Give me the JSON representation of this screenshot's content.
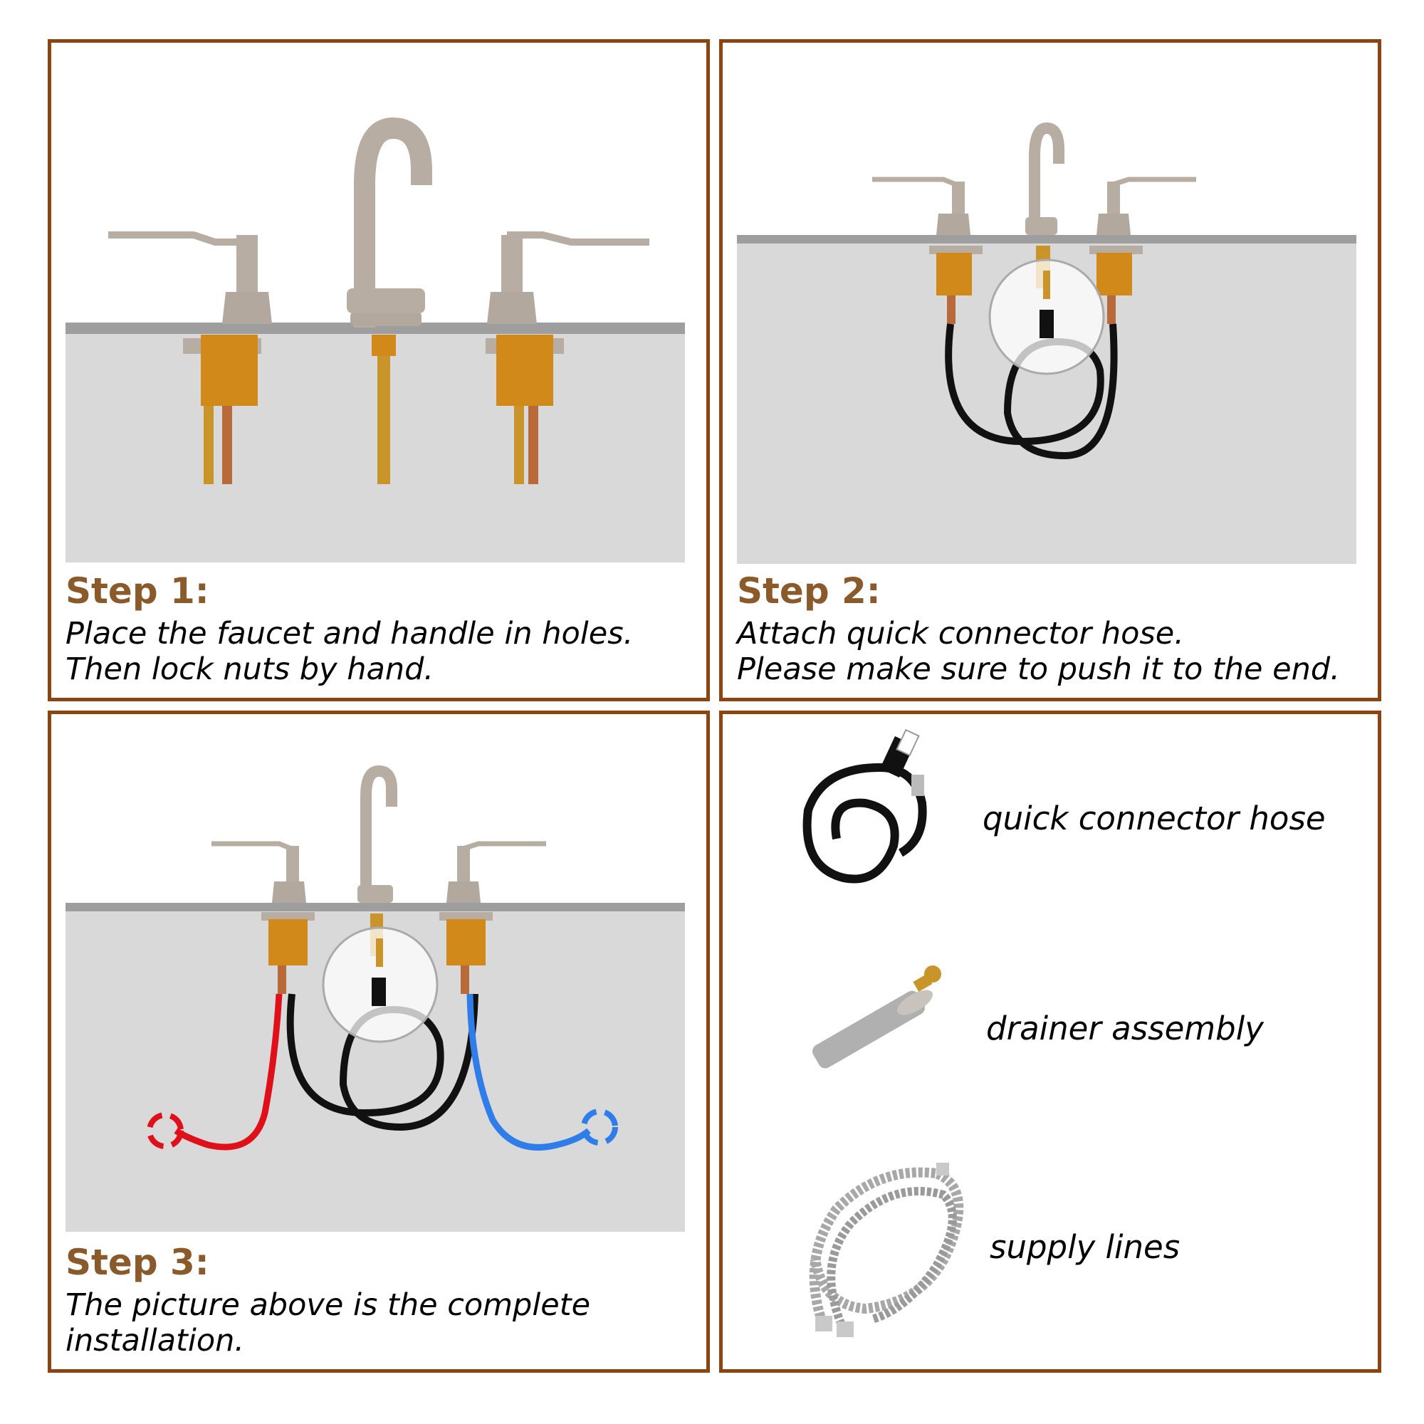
{
  "steps": [
    {
      "title": "Step 1:",
      "lines": [
        "Place the faucet and handle in holes.",
        "Then lock nuts by hand."
      ]
    },
    {
      "title": "Step 2:",
      "lines": [
        "Attach quick connector hose.",
        "Please make sure to push it to the end."
      ]
    },
    {
      "title": "Step 3:",
      "lines": [
        "The picture above is the complete",
        "installation."
      ]
    }
  ],
  "parts": [
    {
      "label": "quick connector hose",
      "icon": "hose-icon"
    },
    {
      "label": "drainer assembly",
      "icon": "drain-icon"
    },
    {
      "label": "supply lines",
      "icon": "supply-lines-icon"
    }
  ],
  "colors": {
    "border": "#8b4513",
    "step_title": "#8b5a2b",
    "counter": "#9a9a9a",
    "cabinet": "#d9d9d9",
    "nickel": "#b8ada3",
    "brass": "#d18a1a",
    "hose": "#111111",
    "hot": "#e0101a",
    "cold": "#2f7de8"
  }
}
